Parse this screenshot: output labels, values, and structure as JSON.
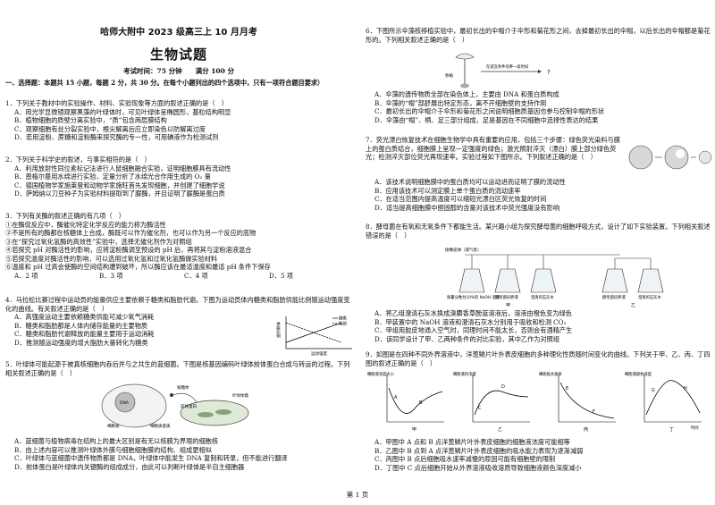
{
  "header": {
    "school": "哈师大附中 2023 级高三上 10 月月考",
    "subject": "生物试题",
    "meta": "考试时间：75 分钟　　满分 100 分"
  },
  "section1": "一、选择题：本题共 15 小题，每题 2 分，共 30 分。在每个小题列出的四个选项中，只有一项符合题目要求）",
  "q1": {
    "stem": "1．下列关于教材中的实验操作、材料、实验现象等方面的叙述正确的是（　）",
    "opts": [
      "A．用光学显微镜观察黑藻的叶绿体时，可见叶绿体呈椭圆形，基粒结构明显",
      "B．植物细胞的质壁分离实验中，“质”包含两层膜结构",
      "C．观察细胞有丝分裂实验中，根尖解离后应立即染色以防解离过度",
      "D．若用淀粉、蔗糖和淀粉酶来探究酶的专一性，可用碘液作为检测试剂"
    ]
  },
  "q2": {
    "stem": "2．下列关于科学史的叙述，与事实相符的是（　）",
    "opts": [
      "A．利用放射性同位素标记法进行人鼠细胞融合实验，证明细胞膜具有流动性",
      "B．恩格尔曼用水绵进行实验，定量分析了水绵光合作用生成的 O₂ 量",
      "C．德国植物学家施莱登和动物学家施旺首先发现细胞，并创建了细胞学说",
      "D．萨姆纳以刀豆种子为实验材料提取到了脲酶，并且证明了脲酶是蛋白质"
    ]
  },
  "q3": {
    "stem": "3．下列有关酶的叙述正确的有几项（　）",
    "items": [
      "①在酶促反应中，酶催化特定化学反应的能力称为酶活性",
      "②不是所有的酶都在核糖体上合成，酶既可以作为催化剂，也可以作为另一个反应的底物",
      "③在“探究过氧化氢酶的高效性”实验中，选择无催化剂作为对照组",
      "④若探究 pH 对酶活性的影响，应将淀粉酶调至预设的 pH 后，再将其与淀粉溶液混合",
      "⑤若探究温度对酶活性的影响，可以选用过氧化氢和过氧化氢酶做实验材料",
      "⑥温度和 pH 过高会使酶的空间结构遭到破坏，所以酶应该在最适温度和最适 pH 条件下保存"
    ],
    "opts": [
      "A．2 项",
      "B．3 项",
      "C．4 项",
      "D．5 项"
    ]
  },
  "q4": {
    "stem": "4．马拉松比赛过程中运动员的能量供应主要依赖于糖类和脂肪代谢。下图为运动员体内糖类和脂肪供能比例随运动强度变化的曲线。有关叙述正确的是（　）",
    "opts": [
      "A．高强度运动主要依赖糖类供能可减少氧气消耗",
      "B．糖类和脂肪都是人体内储存能量的主要物质",
      "C．糖类和脂肪代谢释放的能量主要用于运动消耗",
      "D．推测随运动强度的增大脂肪大量转化为糖类"
    ],
    "chart": {
      "ylabel": "供能比例",
      "xlabel": "运动强度",
      "legend": [
        "糖类",
        "脂肪"
      ],
      "x": [
        0,
        1
      ],
      "carb": [
        0.2,
        0.85
      ],
      "fat": [
        0.85,
        0.2
      ]
    }
  },
  "q5": {
    "stem": "5．叶绿体可能起源于被真核细胞内吞后并与之共生的蓝细菌。下图是核基因编码叶绿体前体蛋白合成与转运的过程。下列相关叙述正确的是（　）",
    "figlabels": [
      "核糖体",
      "叶绿体膜",
      "细胞核",
      "细胞质基质",
      "前体蛋白",
      "DNA"
    ],
    "opts": [
      "A．蓝细菌与植物病毒在结构上的最大区别是有无以核膜为界限的细胞核",
      "B．由上述内容可以推测叶绿体外膜与细胞细胞膜的结构、组成更相似",
      "C．叶绿体与蓝细菌中遗传物质都是 DNA，叶绿体中能发生 DNA 复制和转录，但不能进行翻译",
      "D．前体蛋白是叶绿体内关键酶的组成成分，由此可以判断叶绿体是半自主细胞器"
    ]
  },
  "q6": {
    "stem": "6．下图所示伞藻核移植实验中，最初长出的伞帽介于伞形和菊花形之间，去掉最初长出的伞帽，以后长出的伞帽都是菊花形的。下列相关叙述正确的是（　）",
    "figlabels": [
      "移植",
      "在适宜条件培养一段时间"
    ],
    "opts": [
      "A．伞藻的遗传物质全部在染色体上，主要由 DNA 和蛋白质构成",
      "B．伞藻的“帽”部舒展出特定形态，离不开细胞壁的支持作用",
      "C．最初长出的伞帽介于伞形和菊花形之间说明细胞质基因也参与控制伞帽的形状",
      "D．伞藻由“帽”、柄、足三部分组成，足是基因在不同细胞中选择性表达的结果"
    ]
  },
  "q7": {
    "stem": "7．荧光漂白恢复技术在细胞生物学中具有重要的应用，包括三个步骤：绿色荧光染料与膜上的蛋白质结合，细胞膜上呈现一定强度的绿色；激光照射淬灭（漂白）膜上部分绿色荧光；检测淬灭部位荧光再现速率。实验过程如下图所示。下列叙述正确的是（　）",
    "opts": [
      "A．该技术说明细胞膜中的蛋白质均可以运动进而证明了膜的流动性",
      "B．应用该技术可以测定膜上单个蛋白质的流动速率",
      "C．在适当范围内提高温度可以缩短光漂白区荧光恢复的时间",
      "D．适当提高细胞膜中胆固醇的含量对该技术中荧光强度没有影响"
    ]
  },
  "q8": {
    "stem": "8．酵母菌在有氧和无氧条件下都能生活。某兴趣小组为探究酵母菌的细胞呼吸方式，设计了如下实验装置。下列相关叙述错误的是（　）",
    "figlabels": [
      "接橡皮球（或气泵）",
      "质量分数为10%的 NaOH 溶液",
      "酵母菌培养液",
      "澄清的石灰水",
      "酵母菌培养液",
      "澄清的石灰水",
      "甲",
      "乙"
    ],
    "opts": [
      "A．将乙组澄清石灰水换成溴麝香草酚蓝溶液后，溶液由橙色变为绿色",
      "B．甲装置中的 NaOH 溶液和澄清石灰水分别用于吸收和检测 CO₂",
      "C．甲组用胶皮地通入空气时，同理时间不能太长，否则会有酒精产生",
      "D．该同学设计了甲、乙两种条件的对比实验，其中乙作为对照组"
    ]
  },
  "q9": {
    "stem": "9．如图是在四种不同外界溶液中，洋葱鳞片叶外表皮细胞的多种理化性质随时间变化的曲线。下列关于甲、乙、丙、丁四图的叙述正确的是（　）",
    "charts": [
      {
        "ylabel": "细胞液浓度大小",
        "label": "甲",
        "pts": [
          "A",
          "B"
        ]
      },
      {
        "ylabel": "细胞液的浓度",
        "label": "乙",
        "pts": [
          "C",
          "D"
        ]
      },
      {
        "ylabel": "细胞吸水速率",
        "label": "丙",
        "pts": [
          "E",
          "F"
        ]
      },
      {
        "ylabel": "细胞液颜色深度",
        "label": "丁",
        "pts": [
          "G",
          "H"
        ]
      }
    ],
    "axis_t": "时间",
    "opts": [
      "A．甲图中 A 点和 B 点洋葱鳞片叶外表皮细胞的细胞液浓度可能相等",
      "B．乙图中 B 点到 A 点洋葱鳞片叶外表皮细胞的吸水能力表现为逐渐减弱",
      "C．丙图中 B 点后细胞吸水速率减慢的原因可能有细胞壁的限制",
      "D．丁图中 C 点后细胞开始从外界溶液吸收溶质导致细胞液颜色深度减小"
    ]
  },
  "footer": "第 1 页"
}
